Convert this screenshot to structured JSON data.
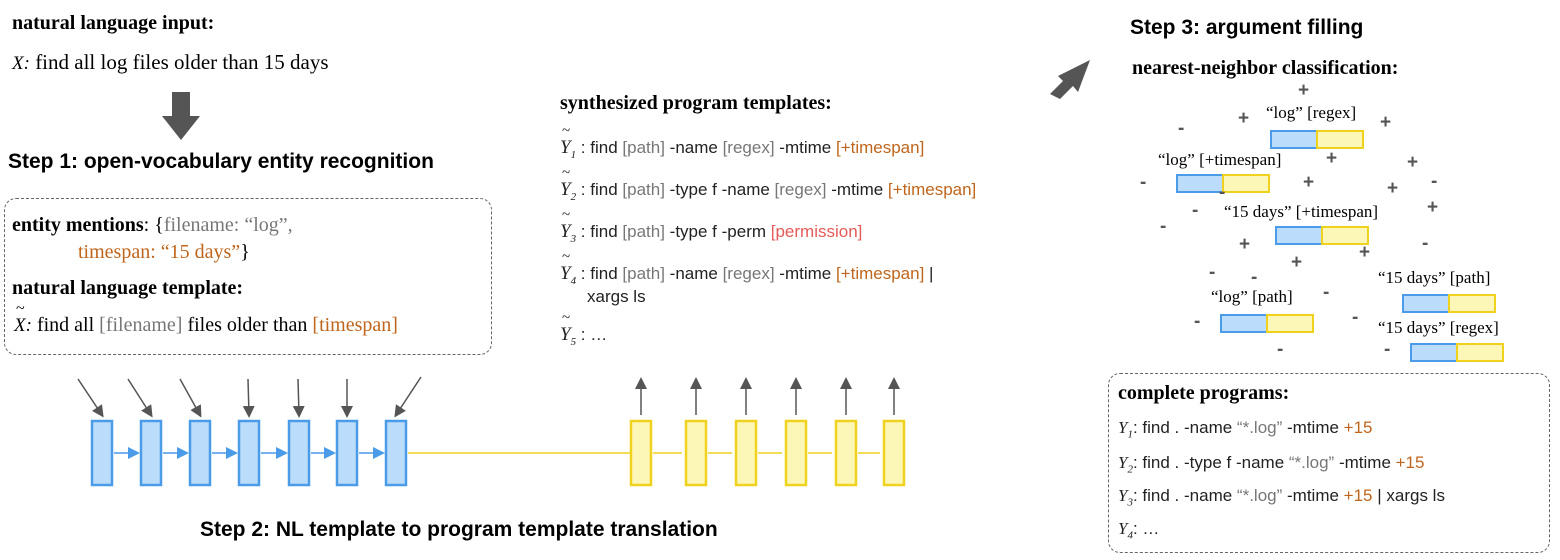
{
  "input": {
    "header": "natural language input:",
    "var": "X:",
    "text": "find all log files older than 15 days"
  },
  "step1": {
    "title": "Step 1: open-vocabulary entity recognition",
    "entity_label": "entity mentions",
    "entity_colon": ": {",
    "entity_filename": "filename: “log”,",
    "entity_timespan": "timespan: “15 days”",
    "entity_close": "}",
    "template_header": "natural language template:",
    "template_var": "X:",
    "template_t1": "find all",
    "template_slot1": "[filename]",
    "template_t2": "files older than",
    "template_slot2": "[timespan]"
  },
  "step2": {
    "title": "Step 2: NL template to program template translation"
  },
  "templates": {
    "header": "synthesized program templates:",
    "items": [
      {
        "label": "Y",
        "sub": "1",
        "parts": [
          [
            "find ",
            "n"
          ],
          [
            "[path]",
            "g"
          ],
          [
            " -name ",
            "n"
          ],
          [
            "[regex]",
            "g"
          ],
          [
            " -mtime ",
            "n"
          ],
          [
            "[+timespan]",
            "o"
          ]
        ]
      },
      {
        "label": "Y",
        "sub": "2",
        "parts": [
          [
            "find ",
            "n"
          ],
          [
            "[path]",
            "g"
          ],
          [
            " -type f -name ",
            "n"
          ],
          [
            "[regex]",
            "g"
          ],
          [
            " -mtime ",
            "n"
          ],
          [
            "[+timespan]",
            "o"
          ]
        ]
      },
      {
        "label": "Y",
        "sub": "3",
        "parts": [
          [
            "find ",
            "n"
          ],
          [
            "[path]",
            "g"
          ],
          [
            " -type f -perm ",
            "n"
          ],
          [
            "[permission]",
            "r"
          ]
        ]
      },
      {
        "label": "Y",
        "sub": "4",
        "parts": [
          [
            "find ",
            "n"
          ],
          [
            "[path]",
            "g"
          ],
          [
            " -name ",
            "n"
          ],
          [
            "[regex]",
            "g"
          ],
          [
            " -mtime ",
            "n"
          ],
          [
            "[+timespan]",
            "o"
          ],
          [
            " |",
            "n"
          ]
        ],
        "cont": "xargs ls"
      },
      {
        "label": "Y",
        "sub": "5",
        "parts": [
          [
            "…",
            "n"
          ]
        ]
      }
    ]
  },
  "step3": {
    "title": "Step 3: argument filling",
    "nn_header": "nearest-neighbor classification:",
    "pairs": [
      {
        "key": "“log”",
        "val": "[regex]"
      },
      {
        "key": "“log”",
        "val": "[+timespan]"
      },
      {
        "key": "“15 days”",
        "val": "[+timespan]"
      },
      {
        "key": "“log”",
        "val": "[path]"
      },
      {
        "key": "“15 days”",
        "val": "[path]"
      },
      {
        "key": "“15 days”",
        "val": "[regex]"
      }
    ],
    "plus": "+",
    "minus": "-"
  },
  "programs": {
    "header": "complete programs:",
    "items": [
      {
        "label": "Y",
        "sub": "1",
        "parts": [
          [
            "find . -name ",
            "n"
          ],
          [
            "“*.log”",
            "g"
          ],
          [
            " -mtime ",
            "n"
          ],
          [
            "+15",
            "o"
          ]
        ]
      },
      {
        "label": "Y",
        "sub": "2",
        "parts": [
          [
            "find . -type f -name ",
            "n"
          ],
          [
            "“*.log”",
            "g"
          ],
          [
            " -mtime ",
            "n"
          ],
          [
            "+15",
            "o"
          ]
        ]
      },
      {
        "label": "Y",
        "sub": "3",
        "parts": [
          [
            "find . -name ",
            "n"
          ],
          [
            "“*.log”",
            "g"
          ],
          [
            " -mtime ",
            "n"
          ],
          [
            "+15",
            "o"
          ],
          [
            " | xargs ls",
            "n"
          ]
        ]
      },
      {
        "label": "Y",
        "sub": "4",
        "parts": [
          [
            "…",
            "n"
          ]
        ]
      }
    ]
  },
  "colors": {
    "encoder_fill": "#bcdcfb",
    "encoder_stroke": "#4a9be8",
    "decoder_fill": "#fdf7b7",
    "decoder_stroke": "#f0d21e",
    "arrow_gray": "#555555",
    "orange": "#c0651c",
    "slot_gray": "#777777",
    "slot_red": "#e65a58"
  }
}
